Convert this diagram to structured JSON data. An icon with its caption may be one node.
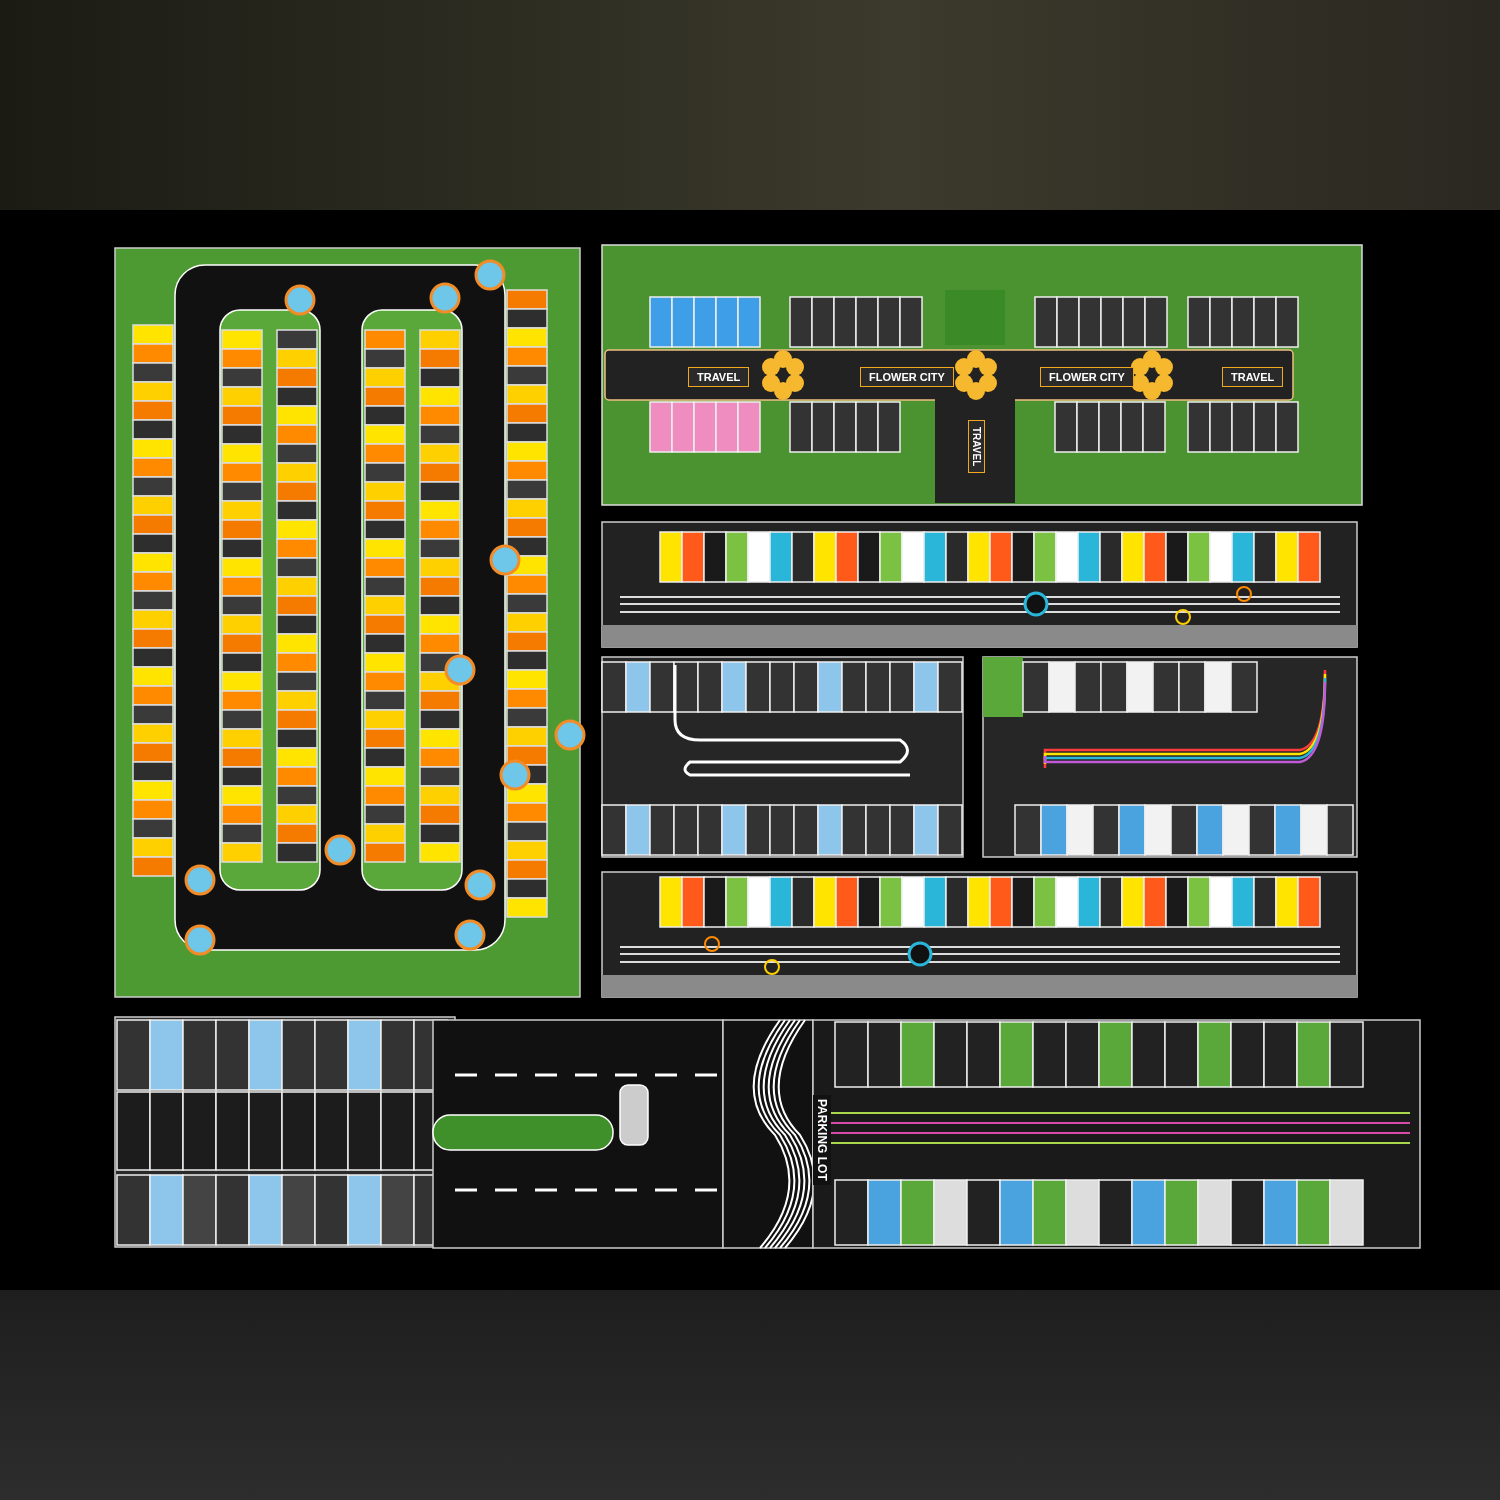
{
  "diagram": {
    "labels": [
      "TRAVEL",
      "FLOWER CITY",
      "FLOWER CITY",
      "TRAVEL",
      "TRAVEL",
      "PARKING LOT"
    ]
  }
}
